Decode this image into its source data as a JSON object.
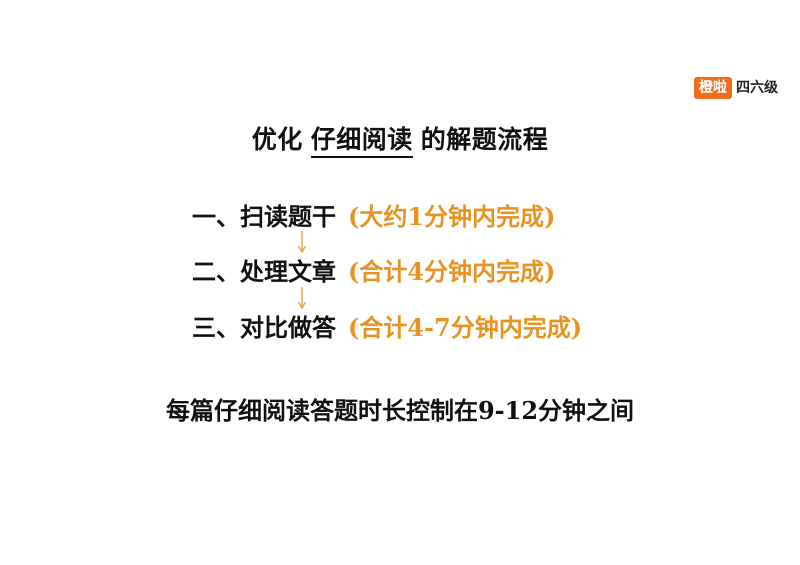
{
  "logo": {
    "mark": "橙啦",
    "text": "四六级"
  },
  "title": {
    "prefix": "优化",
    "highlight": "仔细阅读",
    "suffix": "的解题流程"
  },
  "steps": [
    {
      "label": "一、扫读题干",
      "note": "(大约1分钟内完成)"
    },
    {
      "label": "二、处理文章",
      "note": "(合计4分钟内完成)"
    },
    {
      "label": "三、对比做答",
      "note": "(合计4-7分钟内完成)"
    }
  ],
  "summary": "每篇仔细阅读答题时长控制在9-12分钟之间",
  "colors": {
    "accent": "#e8921f",
    "brand": "#ef6c1a"
  }
}
